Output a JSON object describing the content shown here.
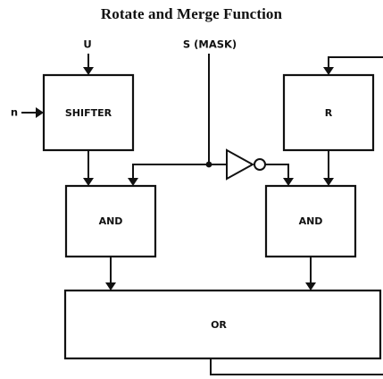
{
  "title": "Rotate and Merge Function",
  "inputs": {
    "u": "U",
    "n": "n",
    "mask": "S (MASK)"
  },
  "blocks": {
    "shifter": "SHIFTER",
    "r": "R",
    "and_left": "AND",
    "and_right": "AND",
    "or": "OR"
  }
}
